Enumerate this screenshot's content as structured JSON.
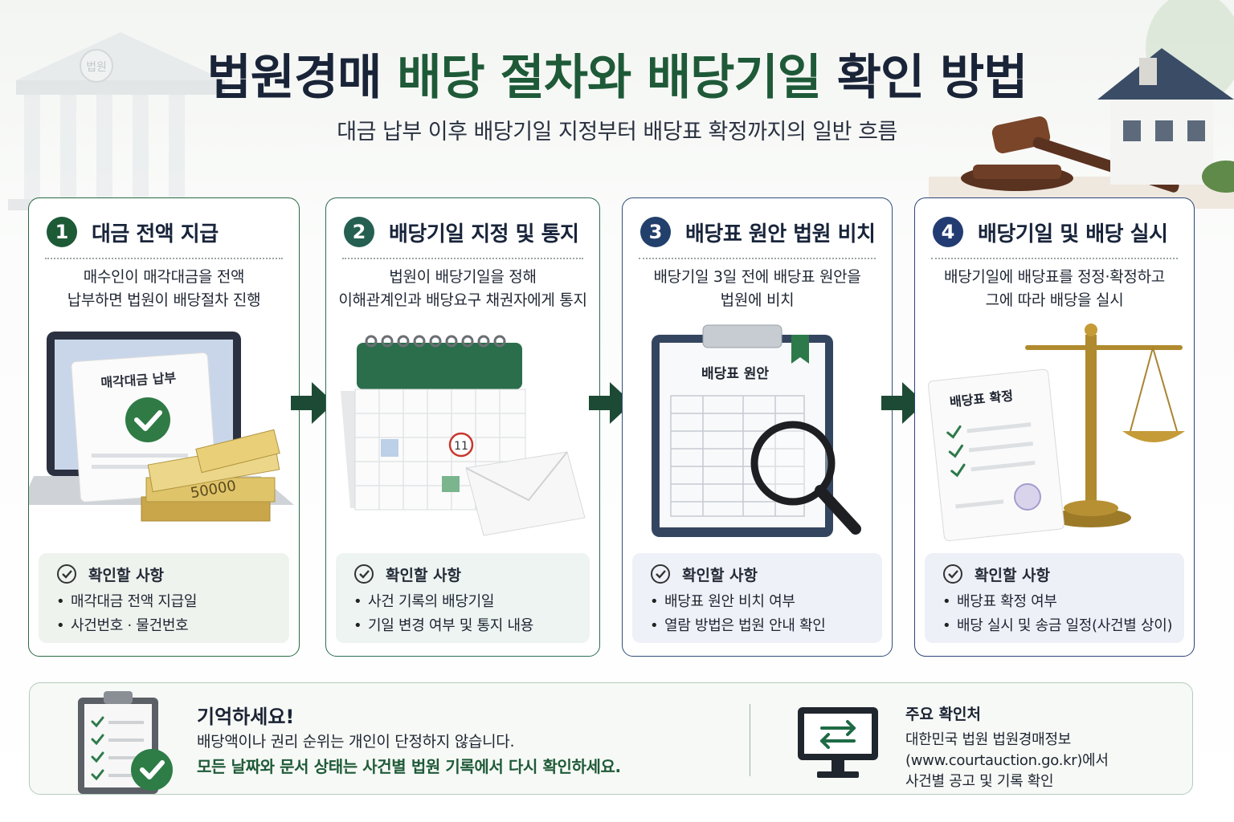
{
  "header": {
    "title_part1": "법원경매 ",
    "title_accent": "배당 절차와 배당기일",
    "title_part2": " 확인 방법",
    "subtitle": "대금 납부 이후 배당기일 지정부터 배당표 확정까지의 일반 흐름",
    "court_emblem_text": "법원"
  },
  "steps": [
    {
      "number": "1",
      "title": "대금 전액 지급",
      "desc_line1": "매수인이 매각대금을 전액",
      "desc_line2": "납부하면 법원이 배당절차 진행",
      "illus_doc_title": "매각대금 납부",
      "illus_money_label": "50000",
      "check_title": "확인할 사항",
      "checks": [
        "매각대금 전액 지급일",
        "사건번호 · 물건번호"
      ]
    },
    {
      "number": "2",
      "title": "배당기일 지정 및 통지",
      "desc_line1": "법원이 배당기일을 정해",
      "desc_line2": "이해관계인과 배당요구 채권자에게 통지",
      "illus_calendar_day": "11",
      "check_title": "확인할 사항",
      "checks": [
        "사건 기록의 배당기일",
        "기일 변경 여부 및 통지 내용"
      ]
    },
    {
      "number": "3",
      "title": "배당표 원안 법원 비치",
      "desc_line1": "배당기일 3일 전에 배당표 원안을",
      "desc_line2": "법원에 비치",
      "illus_doc_title": "배당표 원안",
      "check_title": "확인할 사항",
      "checks": [
        "배당표 원안 비치 여부",
        "열람 방법은 법원 안내 확인"
      ]
    },
    {
      "number": "4",
      "title": "배당기일 및 배당 실시",
      "desc_line1": "배당기일에 배당표를 정정·확정하고",
      "desc_line2": "그에 따라 배당을 실시",
      "illus_doc_title": "배당표 확정",
      "check_title": "확인할 사항",
      "checks": [
        "배당표 확정 여부",
        "배당 실시 및 송금 일정(사건별 상이)"
      ]
    }
  ],
  "remember": {
    "title": "기억하세요!",
    "line1": "배당액이나 권리 순위는 개인이 단정하지 않습니다.",
    "line2": "모든 날짜와 문서 상태는 사건별 법원 기록에서 다시 확인하세요."
  },
  "contact": {
    "title": "주요 확인처",
    "line1": "대한민국 법원 법원경매정보",
    "line2": "(www.courtauction.go.kr)에서",
    "line3": "사건별 공고 및 기록 확인"
  },
  "icons": {
    "step_check": "check-circle-icon",
    "arrow": "arrow-right-icon",
    "clipboard": "clipboard-checklist-icon",
    "monitor": "monitor-exchange-icon",
    "gavel": "gavel-icon",
    "house": "house-icon",
    "court": "courthouse-icon"
  },
  "colors": {
    "accent_green": "#1f5a38",
    "navy": "#1a2438",
    "blue_step": "#22406c"
  }
}
